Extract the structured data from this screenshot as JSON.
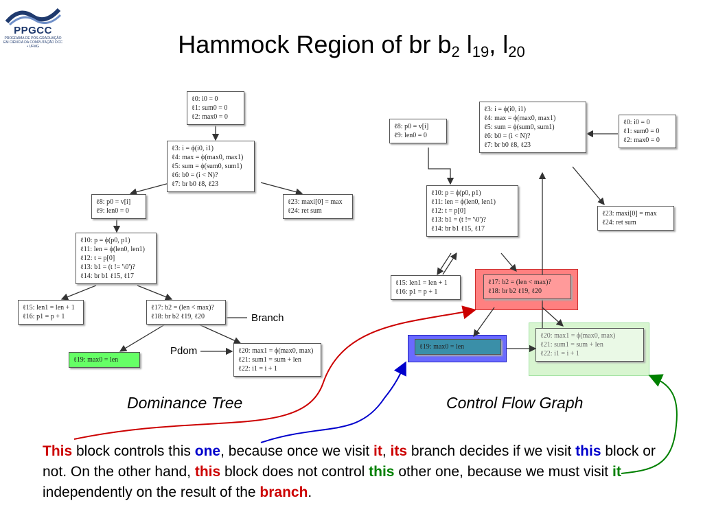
{
  "logo": {
    "name": "PPGCC",
    "subtitle": "PROGRAMA DE PÓS-GRADUAÇÃO EM CIÊNCIA DA COMPUTAÇÃO DCC • UFMG"
  },
  "title": {
    "text": "Hammock Region of br b",
    "sub1": "2",
    "mid": " l",
    "sub2": "19",
    "sep": ", l",
    "sub3": "20"
  },
  "dominance_tree": {
    "caption": "Dominance Tree",
    "branch_label": "Branch",
    "pdom_label": "Pdom",
    "blocks": {
      "b0": [
        "ℓ0: i0 = 0",
        "ℓ1: sum0 = 0",
        "ℓ2: max0 = 0"
      ],
      "b1": [
        "ℓ3: i = ϕ(i0, i1)",
        "ℓ4: max = ϕ(max0, max1)",
        "ℓ5: sum = ϕ(sum0, sum1)",
        "ℓ6: b0 = (i < N)?",
        "ℓ7: br b0  ℓ8,  ℓ23"
      ],
      "b2": [
        "ℓ8: p0 = v[i]",
        "ℓ9: len0 = 0"
      ],
      "b3": [
        "ℓ23: maxi[0] = max",
        "ℓ24: ret sum"
      ],
      "b4": [
        "ℓ10: p = ϕ(p0, p1)",
        "ℓ11: len = ϕ(len0, len1)",
        "ℓ12: t = p[0]",
        "ℓ13: b1 = (t != '\\0')?",
        "ℓ14: br b1  ℓ15,  ℓ17"
      ],
      "b5": [
        "ℓ15: len1 = len + 1",
        "ℓ16: p1 = p + 1"
      ],
      "b6": [
        "ℓ17: b2 = (len < max)?",
        "ℓ18: br b2  ℓ19,  ℓ20"
      ],
      "b7": [
        "ℓ19: max0 = len"
      ],
      "b8": [
        "ℓ20: max1 = ϕ(max0, max)",
        "ℓ21: sum1 = sum + len",
        "ℓ22: i1 = i + 1"
      ]
    }
  },
  "cfg": {
    "caption": "Control Flow Graph",
    "blocks": {
      "c_entry": [
        "ℓ0: i0 = 0",
        "ℓ1: sum0 = 0",
        "ℓ2: max0 = 0"
      ],
      "c_head": [
        "ℓ3: i = ϕ(i0, i1)",
        "ℓ4: max = ϕ(max0, max1)",
        "ℓ5: sum = ϕ(sum0, sum1)",
        "ℓ6: b0 = (i < N)?",
        "ℓ7: br b0  ℓ8,  ℓ23"
      ],
      "c_p0": [
        "ℓ8: p0 = v[i]",
        "ℓ9: len0 = 0"
      ],
      "c_exit": [
        "ℓ23: maxi[0] = max",
        "ℓ24: ret sum"
      ],
      "c_inner": [
        "ℓ10: p = ϕ(p0, p1)",
        "ℓ11: len = ϕ(len0, len1)",
        "ℓ12: t = p[0]",
        "ℓ13: b1 = (t != '\\0')?",
        "ℓ14: br b1  ℓ15,  ℓ17"
      ],
      "c_len": [
        "ℓ15: len1 = len + 1",
        "ℓ16: p1 = p + 1"
      ],
      "c_branch": [
        "ℓ17: b2 = (len < max)?",
        "ℓ18: br b2  ℓ19,  ℓ20"
      ],
      "c_max": [
        "ℓ19: max0 = len"
      ],
      "c_join": [
        "ℓ20: max1 = ϕ(max0, max)",
        "ℓ21: sum1 = sum + len",
        "ℓ22: i1 = i + 1"
      ]
    }
  },
  "paragraph": {
    "p1": "This",
    "p2": " block controls this ",
    "p3": "one",
    "p4": ", because once we visit ",
    "p5": "it",
    "p6": ", ",
    "p7": "its",
    "p8": " branch decides if we visit ",
    "p9": "this",
    "p10": " block or not. On the other hand, ",
    "p11": "this",
    "p12": " block does not control ",
    "p13": "this",
    "p14": " other one, because we must visit ",
    "p15": "it",
    "p16": " independently on the result of the ",
    "p17": "branch",
    "p18": "."
  },
  "colors": {
    "red": "#cc0000",
    "blue": "#0000cc",
    "green": "#008000",
    "highlight_green_block": "#66ff66"
  }
}
